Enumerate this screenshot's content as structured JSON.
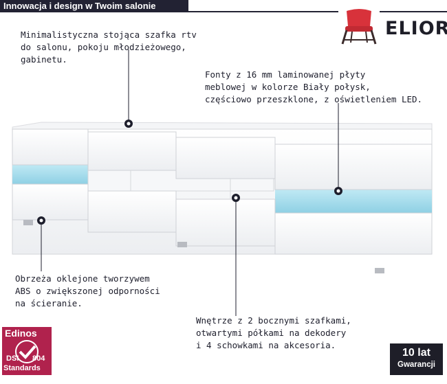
{
  "header": {
    "tagline": "Innowacja i design w Twoim salonie"
  },
  "brand": {
    "name": "ELIOR",
    "logo_icon": "red-chair-icon",
    "accent_color": "#d8323b"
  },
  "callouts": {
    "top_left": "Minimalistyczna stojąca szafka rtv\ndo salonu, pokoju młodzieżowego,\ngabinetu.",
    "top_right": "Fonty z 16 mm laminowanej płyty\nmeblowej w kolorze Biały połysk,\nczęściowo przeszklone, z oświetleniem LED.",
    "bottom_left": "Obrzeża oklejone tworzywem\nABS o zwiększonej odporności\nna ścieranie.",
    "bottom_right": "Wnętrze z 2 bocznymi szafkami,\notwartymi półkami na dekodery\ni 4 schowkami na akcesoria."
  },
  "badges": {
    "quality": {
      "name": "Edinos",
      "dsi": "DSI",
      "code": "804",
      "standard": "Standards",
      "color": "#b0224d"
    },
    "warranty": {
      "years": "10 lat",
      "label": "Gwarancji",
      "color": "#1e1e28"
    }
  },
  "led_color": "#8fd8ea"
}
